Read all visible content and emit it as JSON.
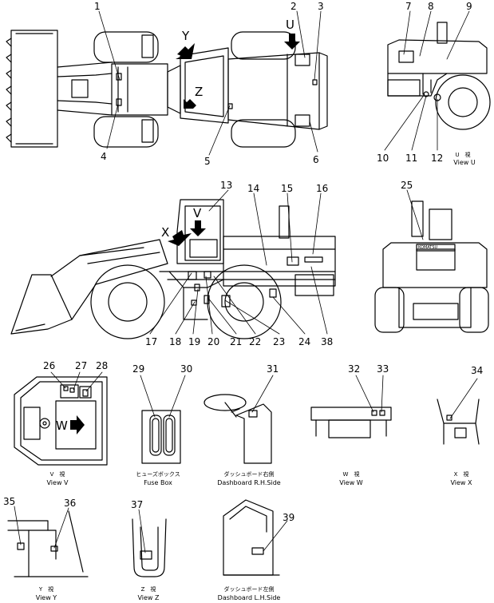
{
  "callouts": {
    "n1": "1",
    "n2": "2",
    "n3": "3",
    "n4": "4",
    "n5": "5",
    "n6": "6",
    "n7": "7",
    "n8": "8",
    "n9": "9",
    "n10": "10",
    "n11": "11",
    "n12": "12",
    "n13": "13",
    "n14": "14",
    "n15": "15",
    "n16": "16",
    "n17": "17",
    "n18": "18",
    "n19": "19",
    "n20": "20",
    "n21": "21",
    "n22": "22",
    "n23": "23",
    "n24": "24",
    "n25": "25",
    "n26": "26",
    "n27": "27",
    "n28": "28",
    "n29": "29",
    "n30": "30",
    "n31": "31",
    "n32": "32",
    "n33": "33",
    "n34": "34",
    "n35": "35",
    "n36": "36",
    "n37": "37",
    "n38": "38",
    "n39": "39"
  },
  "view_letters": {
    "u": "U",
    "y": "Y",
    "z": "Z",
    "x": "X",
    "v": "V",
    "w": "W"
  },
  "captions": {
    "view_u_jp": "U　視",
    "view_u": "View U",
    "view_v_jp": "V　視",
    "view_v": "View V",
    "fuse_jp": "ヒューズボックス",
    "fuse": "Fuse Box",
    "dash_rh_jp": "ダッシュボード右側",
    "dash_rh": "Dashboard R.H.Side",
    "view_w_jp": "W　視",
    "view_w": "View W",
    "view_x_jp": "X　視",
    "view_x": "View X",
    "view_y_jp": "Y　視",
    "view_y": "View Y",
    "view_z_jp": "Z　視",
    "view_z": "View Z",
    "dash_lh_jp": "ダッシュボード左側",
    "dash_lh": "Dashboard L.H.Side"
  },
  "plate_text": "KOMATSU"
}
